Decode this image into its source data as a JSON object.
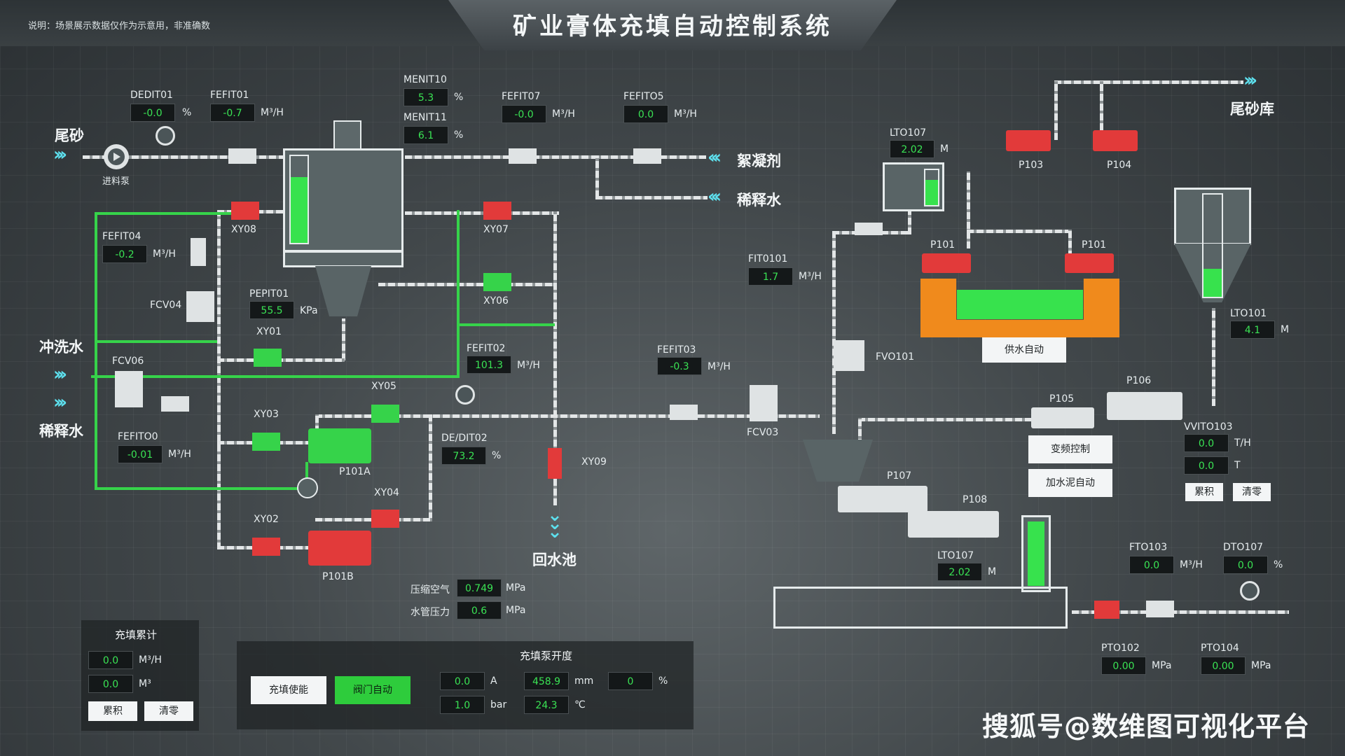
{
  "header": {
    "title": "矿业膏体充填自动控制系统",
    "note": "说明：场景展示数据仅作为示意用，非准确数"
  },
  "sources": {
    "tailings": "尾砂",
    "feed_pump": "进料泵",
    "flocculant": "絮凝剂",
    "dilution_water_top": "稀释水",
    "flush_water": "冲洗水",
    "dilution_water_left": "稀释水",
    "tailings_store": "尾砂库",
    "return_pool": "回水池"
  },
  "instruments": {
    "dedit01": {
      "tag": "DEDIT01",
      "value": "-0.0",
      "unit": "%"
    },
    "fefit01": {
      "tag": "FEFIT01",
      "value": "-0.7",
      "unit": "M³/H"
    },
    "menit10": {
      "tag": "MENIT10",
      "value": "5.3",
      "unit": "%"
    },
    "menit11": {
      "tag": "MENIT11",
      "value": "6.1",
      "unit": "%"
    },
    "fefit07": {
      "tag": "FEFIT07",
      "value": "-0.0",
      "unit": "M³/H"
    },
    "fefit05": {
      "tag": "FEFITO5",
      "value": "0.0",
      "unit": "M³/H"
    },
    "fefit04": {
      "tag": "FEFIT04",
      "value": "-0.2",
      "unit": "M³/H"
    },
    "pepit01": {
      "tag": "PEPIT01",
      "value": "55.5",
      "unit": "KPa"
    },
    "fefit02": {
      "tag": "FEFIT02",
      "value": "101.3",
      "unit": "M³/H"
    },
    "fefit03": {
      "tag": "FEFIT03",
      "value": "-0.3",
      "unit": "M³/H"
    },
    "fefit00": {
      "tag": "FEFITO0",
      "value": "-0.01",
      "unit": "M³/H"
    },
    "dedit02": {
      "tag": "DE/DIT02",
      "value": "73.2",
      "unit": "%"
    },
    "fit0101": {
      "tag": "FIT0101",
      "value": "1.7",
      "unit": "M³/H"
    },
    "lto107_top": {
      "tag": "LTO107",
      "value": "2.02",
      "unit": "M"
    },
    "lto101": {
      "tag": "LTO101",
      "value": "4.1",
      "unit": "M"
    },
    "lto107_bottom": {
      "tag": "LTO107",
      "value": "2.02",
      "unit": "M"
    },
    "vvito103": {
      "tag": "VVITO103",
      "value1": "0.0",
      "unit1": "T/H",
      "value2": "0.0",
      "unit2": "T"
    },
    "fto103": {
      "tag": "FTO103",
      "value": "0.0",
      "unit": "M³/H"
    },
    "dto107": {
      "tag": "DTO107",
      "value": "0.0",
      "unit": "%"
    },
    "pto102": {
      "tag": "PTO102",
      "value": "0.00",
      "unit": "MPa"
    },
    "pto104": {
      "tag": "PTO104",
      "value": "0.00",
      "unit": "MPa"
    },
    "air": {
      "label": "压缩空气",
      "value": "0.749",
      "unit": "MPa"
    },
    "water": {
      "label": "水管压力",
      "value": "0.6",
      "unit": "MPa"
    }
  },
  "equipment": {
    "xy08": "XY08",
    "xy07": "XY07",
    "xy06": "XY06",
    "xy01": "XY01",
    "xy05": "XY05",
    "xy03": "XY03",
    "xy04": "XY04",
    "xy02": "XY02",
    "xy09": "XY09",
    "fcv04": "FCV04",
    "fcv06": "FCV06",
    "fcv03": "FCV03",
    "fvo101": "FVO101",
    "p101a": "P101A",
    "p101b": "P101B",
    "p103": "P103",
    "p104": "P104",
    "p101_left": "P101",
    "p101_right": "P101",
    "p105": "P105",
    "p106": "P106",
    "p107": "P107",
    "p108": "P108"
  },
  "buttons": {
    "water_supply_auto": "供水自动",
    "vfd_control": "变频控制",
    "cement_water_auto": "加水泥自动",
    "accumulate_right": "累积",
    "clear_right": "清零"
  },
  "fill_total": {
    "title": "充填累计",
    "rate_value": "0.0",
    "rate_unit": "M³/H",
    "total_value": "0.0",
    "total_unit": "M³",
    "accumulate": "累积",
    "clear": "清零"
  },
  "pump_opening": {
    "title": "充填泵开度",
    "enable": "充填使能",
    "valve_auto": "阀门自动",
    "current_value": "0.0",
    "current_unit": "A",
    "pressure_value": "1.0",
    "pressure_unit": "bar",
    "stroke_value": "458.9",
    "stroke_unit": "mm",
    "temp_value": "24.3",
    "temp_unit": "℃",
    "opening_value": "0",
    "opening_unit": "%"
  },
  "watermark": "搜狐号@数维图可视化平台",
  "colors": {
    "accent_green": "#37e24d",
    "alarm_red": "#e23a3a",
    "chevron_cyan": "#5de0ee"
  }
}
